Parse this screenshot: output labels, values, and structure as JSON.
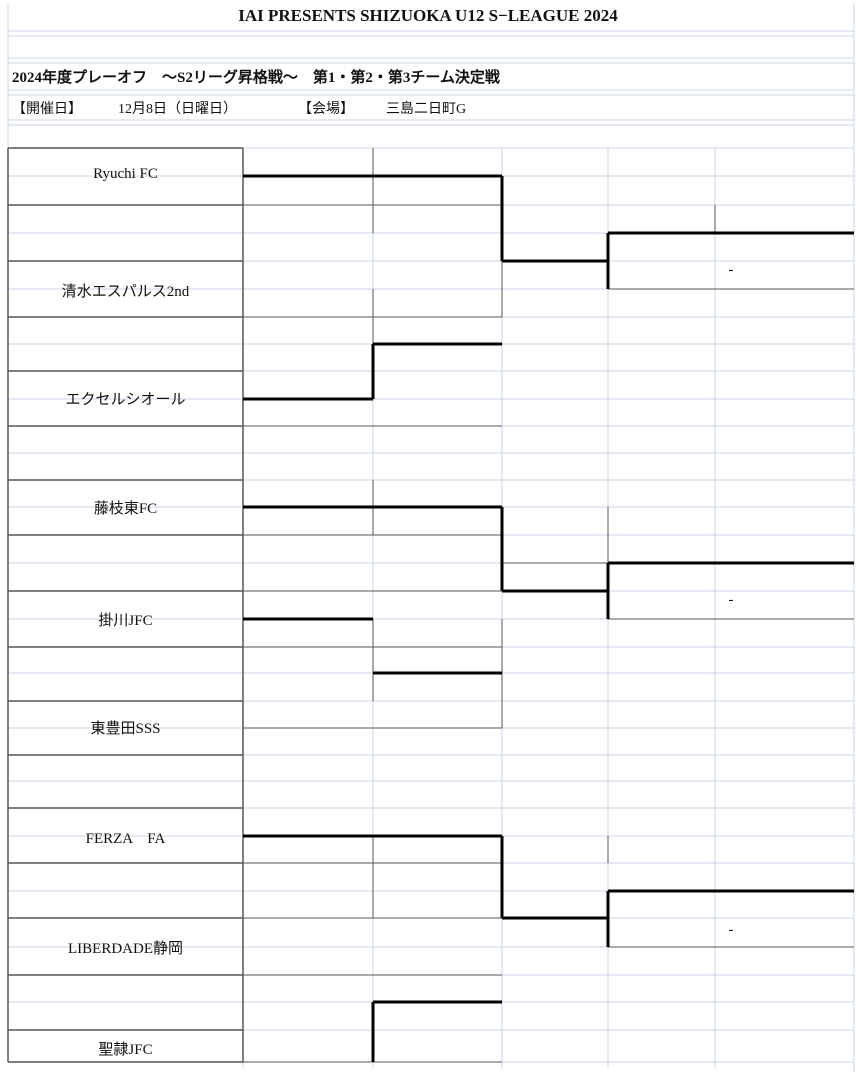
{
  "header": {
    "title": "IAI PRESENTS SHIZUOKA U12 S−LEAGUE 2024",
    "subtitle": "2024年度プレーオフ　～S2リーグ昇格戦～　第1・第2・第3チーム決定戦",
    "date_label": "【開催日】",
    "date_value": "12月8日（日曜日）",
    "venue_label": "【会場】",
    "venue_value": "三島二日町G"
  },
  "teams": [
    "Ryuchi FC",
    "清水エスパルス2nd",
    "エクセルシオール",
    "藤枝東FC",
    "掛川JFC",
    "東豊田SSS",
    "FERZA　FA",
    "LIBERDADE静岡",
    "聖隷JFC"
  ],
  "results": [
    "-",
    "-",
    "-"
  ]
}
